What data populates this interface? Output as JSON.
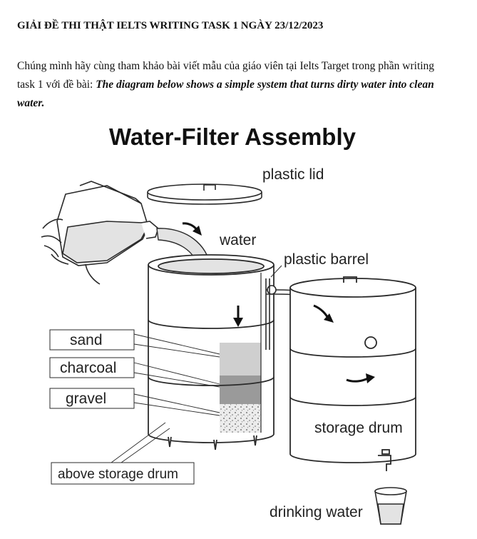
{
  "document": {
    "heading": "GIẢI ĐỀ THI THẬT IELTS WRITING TASK 1 NGÀY 23/12/2023",
    "intro_text": "Chúng mình hãy cùng tham khảo bài viết mẫu của giáo viên tại Ielts Target trong phần writing task 1 với đề bài: ",
    "prompt": "The diagram below shows a simple system that turns dirty water into clean water."
  },
  "diagram": {
    "title": "Water-Filter Assembly",
    "labels": {
      "plastic_lid": "plastic lid",
      "water": "water",
      "plastic_barrel": "plastic barrel",
      "sand": "sand",
      "charcoal": "charcoal",
      "gravel": "gravel",
      "storage_drum": "storage drum",
      "above_storage_drum": "above storage drum",
      "drinking_water": "drinking water"
    },
    "colors": {
      "outline": "#2a2a2a",
      "sand": "#cfcfcf",
      "charcoal": "#9a9a9a",
      "gravel": "#ececec",
      "water": "#e3e3e3"
    }
  }
}
